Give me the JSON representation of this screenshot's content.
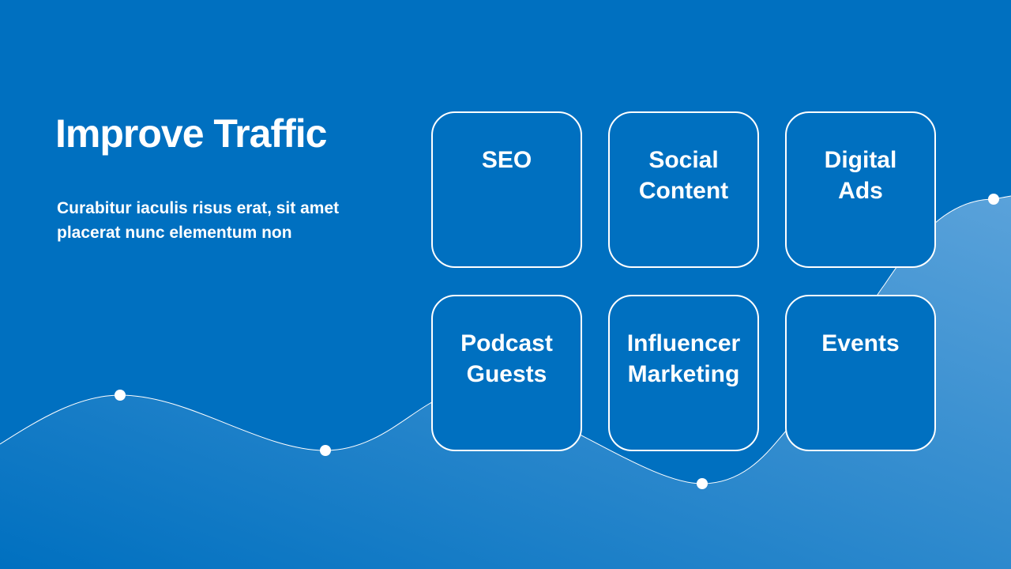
{
  "slide": {
    "title": "Improve Traffic",
    "subtitle": "Curabitur iaculis risus erat, sit amet placerat nunc elementum non"
  },
  "tiles": [
    {
      "label": "SEO"
    },
    {
      "label": "Social\nContent"
    },
    {
      "label": "Digital\nAds"
    },
    {
      "label": "Podcast\nGuests"
    },
    {
      "label": "Influencer\nMarketing"
    },
    {
      "label": "Events"
    }
  ],
  "colors": {
    "background": "#0070C0",
    "accent": "#FFFFFF",
    "area_light": "#5AA2DA"
  }
}
